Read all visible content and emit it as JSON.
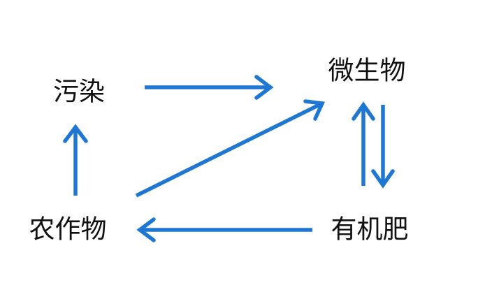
{
  "nodes": {
    "pollution": "污染",
    "microbe": "微生物",
    "crop": "农作物",
    "fertilizer": "有机肥"
  },
  "edges": [
    {
      "from": "pollution",
      "to": "microbe"
    },
    {
      "from": "crop",
      "to": "microbe"
    },
    {
      "from": "crop",
      "to": "pollution"
    },
    {
      "from": "fertilizer",
      "to": "crop"
    },
    {
      "from": "fertilizer",
      "to": "microbe"
    },
    {
      "from": "microbe",
      "to": "fertilizer"
    }
  ],
  "colors": {
    "arrow": "#1f77d4",
    "text": "#111111",
    "background": "#ffffff"
  }
}
